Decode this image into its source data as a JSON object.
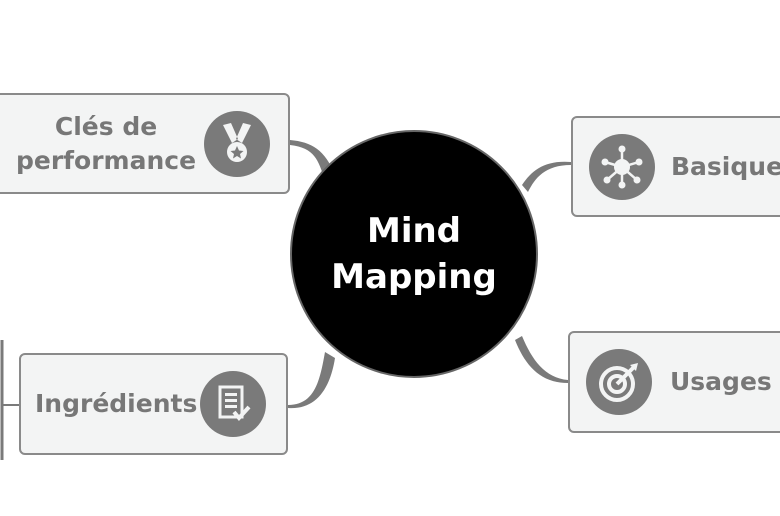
{
  "center": {
    "line1": "Mind",
    "line2": "Mapping"
  },
  "nodes": {
    "cles": {
      "line1": "Clés de",
      "line2": "performance",
      "icon": "medal-icon"
    },
    "ingredients": {
      "label": "Ingrédients",
      "icon": "checklist-icon"
    },
    "basiques": {
      "label": "Basiques",
      "icon": "network-hub-icon"
    },
    "usages": {
      "label": "Usages",
      "icon": "target-arrow-icon"
    }
  },
  "colors": {
    "center": "#000000",
    "node_bg": "#f3f4f4",
    "node_border": "#8a8a8a",
    "text": "#777777",
    "link": "#7a7a7a"
  }
}
